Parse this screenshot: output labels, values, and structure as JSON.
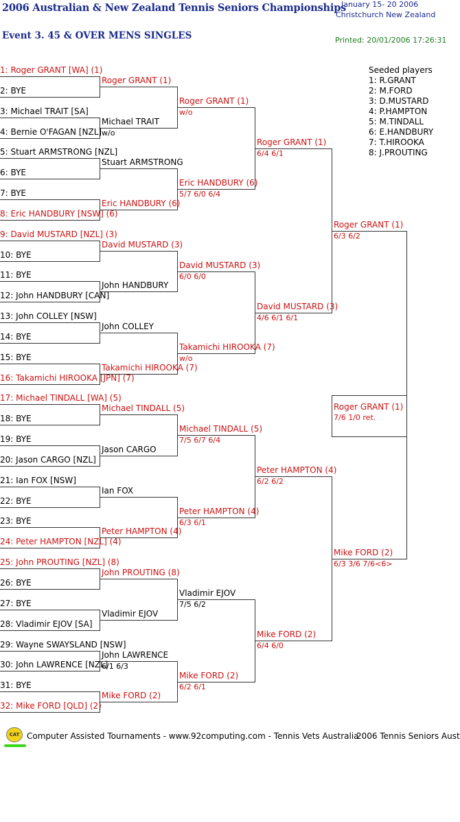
{
  "header": {
    "title": "2006 Australian & New Zealand Tennis Seniors Championships",
    "dates": "January 15- 20 2006",
    "location": "Christchurch   New Zealand",
    "event": "Event 3. 45 & OVER MENS SINGLES",
    "printed": "Printed: 20/01/2006 17:26:31"
  },
  "seeds": {
    "heading": "Seeded players",
    "list": [
      "1: R.GRANT",
      "2: M.FORD",
      "3: D.MUSTARD",
      "4: P.HAMPTON",
      "5: M.TINDALL",
      "6: E.HANDBURY",
      "7: T.HIROOKA",
      "8: J.PROUTING"
    ]
  },
  "draw": [
    {
      "text": "1: Roger GRANT [WA] (1)",
      "red": true
    },
    {
      "text": "2: BYE",
      "red": false
    },
    {
      "text": "3: Michael TRAIT [SA]",
      "red": false
    },
    {
      "text": "4: Bernie O'FAGAN [NZL]",
      "red": false
    },
    {
      "text": "5: Stuart ARMSTRONG [NZL]",
      "red": false
    },
    {
      "text": "6: BYE",
      "red": false
    },
    {
      "text": "7: BYE",
      "red": false
    },
    {
      "text": "8: Eric HANDBURY [NSW] (6)",
      "red": true
    },
    {
      "text": "9: David MUSTARD [NZL] (3)",
      "red": true
    },
    {
      "text": "10: BYE",
      "red": false
    },
    {
      "text": "11: BYE",
      "red": false
    },
    {
      "text": "12: John HANDBURY [CAN]",
      "red": false
    },
    {
      "text": "13: John COLLEY [NSW]",
      "red": false
    },
    {
      "text": "14: BYE",
      "red": false
    },
    {
      "text": "15: BYE",
      "red": false
    },
    {
      "text": "16: Takamichi HIROOKA [JPN] (7)",
      "red": true
    },
    {
      "text": "17: Michael TINDALL [WA] (5)",
      "red": true
    },
    {
      "text": "18: BYE",
      "red": false
    },
    {
      "text": "19: BYE",
      "red": false
    },
    {
      "text": "20: Jason CARGO [NZL]",
      "red": false
    },
    {
      "text": "21: Ian FOX [NSW]",
      "red": false
    },
    {
      "text": "22: BYE",
      "red": false
    },
    {
      "text": "23: BYE",
      "red": false
    },
    {
      "text": "24: Peter HAMPTON [NZL] (4)",
      "red": true
    },
    {
      "text": "25: John PROUTING [NZL] (8)",
      "red": true
    },
    {
      "text": "26: BYE",
      "red": false
    },
    {
      "text": "27: BYE",
      "red": false
    },
    {
      "text": "28: Vladimir EJOV [SA]",
      "red": false
    },
    {
      "text": "29: Wayne SWAYSLAND [NSW]",
      "red": false
    },
    {
      "text": "30: John LAWRENCE [NZL]",
      "red": false
    },
    {
      "text": "31: BYE",
      "red": false
    },
    {
      "text": "32: Mike FORD [QLD] (2)",
      "red": true
    }
  ],
  "round2": [
    {
      "name": "Roger GRANT (1)",
      "score": "",
      "red": true
    },
    {
      "name": "Michael TRAIT",
      "score": "w/o",
      "red": false
    },
    {
      "name": "Stuart ARMSTRONG",
      "score": "",
      "red": false
    },
    {
      "name": "Eric HANDBURY (6)",
      "score": "",
      "red": true
    },
    {
      "name": "David MUSTARD (3)",
      "score": "",
      "red": true
    },
    {
      "name": "John HANDBURY",
      "score": "",
      "red": false
    },
    {
      "name": "John COLLEY",
      "score": "",
      "red": false
    },
    {
      "name": "Takamichi HIROOKA (7)",
      "score": "",
      "red": true
    },
    {
      "name": "Michael TINDALL (5)",
      "score": "",
      "red": true
    },
    {
      "name": "Jason CARGO",
      "score": "",
      "red": false
    },
    {
      "name": "Ian FOX",
      "score": "",
      "red": false
    },
    {
      "name": "Peter HAMPTON (4)",
      "score": "",
      "red": true
    },
    {
      "name": "John PROUTING (8)",
      "score": "",
      "red": true
    },
    {
      "name": "Vladimir EJOV",
      "score": "",
      "red": false
    },
    {
      "name": "John LAWRENCE",
      "score": "6/1 6/3",
      "red": false
    },
    {
      "name": "Mike FORD (2)",
      "score": "",
      "red": true
    }
  ],
  "round3": [
    {
      "name": "Roger GRANT (1)",
      "score": "w/o",
      "red": true
    },
    {
      "name": "Eric HANDBURY (6)",
      "score": "5/7 6/0 6/4",
      "red": true
    },
    {
      "name": "David MUSTARD (3)",
      "score": "6/0 6/0",
      "red": true
    },
    {
      "name": "Takamichi HIROOKA (7)",
      "score": "w/o",
      "red": true
    },
    {
      "name": "Michael TINDALL (5)",
      "score": "7/5 6/7 6/4",
      "red": true
    },
    {
      "name": "Peter HAMPTON (4)",
      "score": "6/3 6/1",
      "red": true
    },
    {
      "name": "Vladimir EJOV",
      "score": "7/5 6/2",
      "red": false
    },
    {
      "name": "Mike FORD (2)",
      "score": "6/2 6/1",
      "red": true
    }
  ],
  "quarterfinals": [
    {
      "name": "Roger GRANT (1)",
      "score": "6/4 6/1",
      "red": true
    },
    {
      "name": "David MUSTARD (3)",
      "score": "4/6 6/1 6/1",
      "red": true
    },
    {
      "name": "Peter HAMPTON (4)",
      "score": "6/2 6/2",
      "red": true
    },
    {
      "name": "Mike FORD (2)",
      "score": "6/4 6/0",
      "red": true
    }
  ],
  "semifinals": [
    {
      "name": "Roger GRANT (1)",
      "score": "6/3 6/2",
      "red": true
    },
    {
      "name": "Mike FORD (2)",
      "score": "6/3 3/6 7/6<6>",
      "red": true
    }
  ],
  "final": {
    "name": "Roger GRANT (1)",
    "score": "7/6 1/0 ret.",
    "red": true
  },
  "footer": {
    "logo": "CAT",
    "text": "Computer Assisted Tournaments - www.92computing.com -  Tennis Vets Australia",
    "right": "2006 Tennis Seniors Aust"
  }
}
